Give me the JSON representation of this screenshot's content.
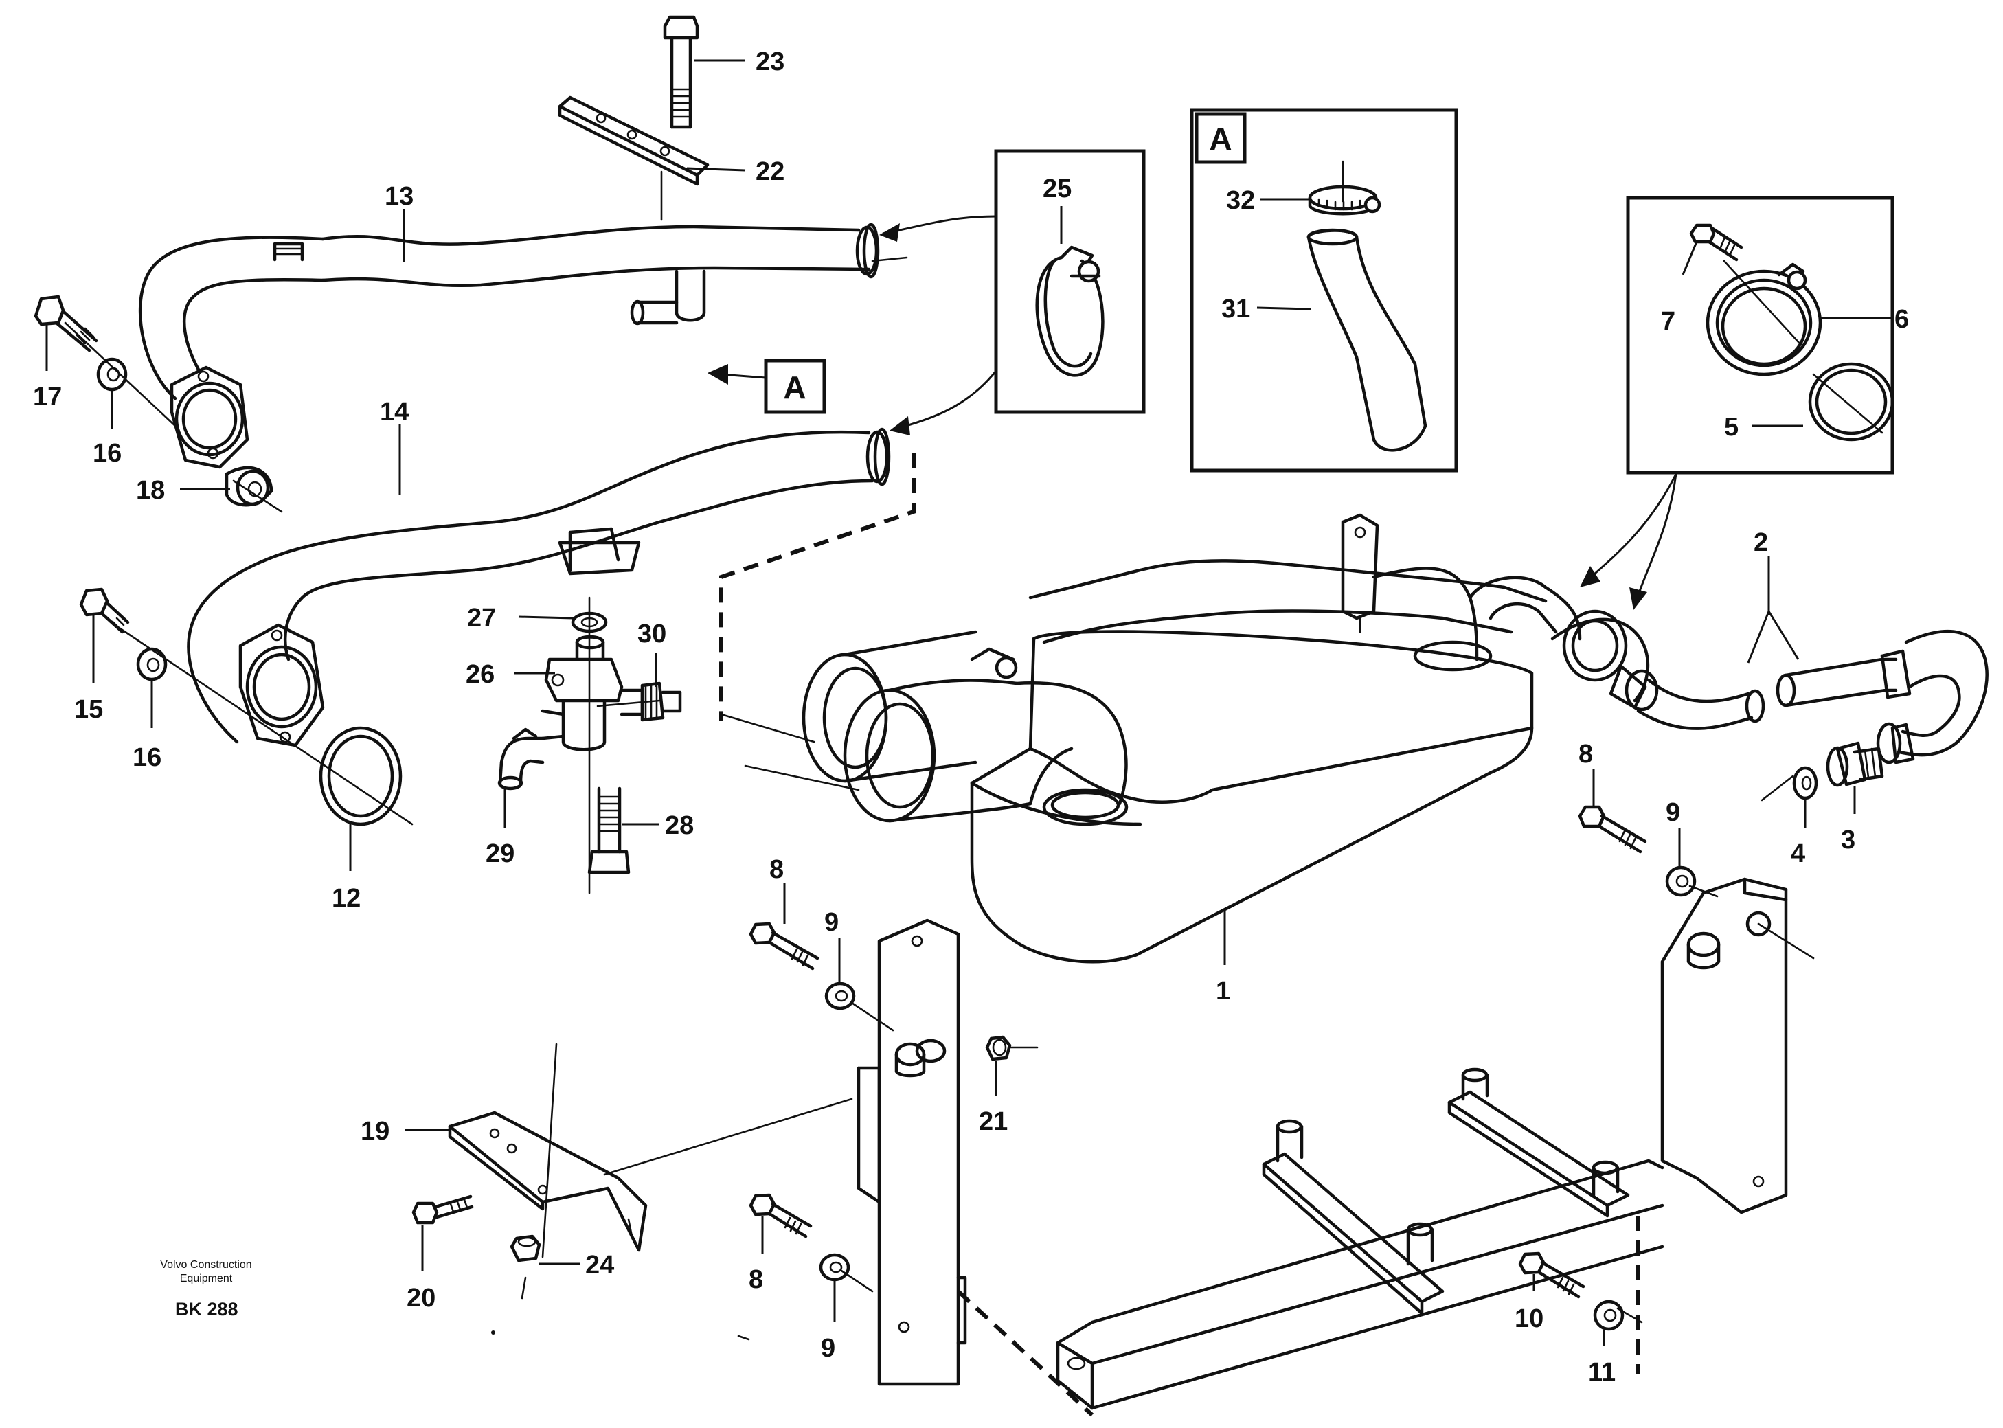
{
  "publisher": {
    "line1": "Volvo Construction",
    "line2": "Equipment",
    "code": "BK 288"
  },
  "detail_tag": "A",
  "callouts": {
    "p1": "1",
    "p2": "2",
    "p3": "3",
    "p4": "4",
    "p5": "5",
    "p6": "6",
    "p7": "7",
    "p8": "8",
    "p9": "9",
    "p10": "10",
    "p11": "11",
    "p12": "12",
    "p13": "13",
    "p14": "14",
    "p15": "15",
    "p16": "16",
    "p17": "17",
    "p18": "18",
    "p19": "19",
    "p20": "20",
    "p21": "21",
    "p22": "22",
    "p23": "23",
    "p24": "24",
    "p25": "25",
    "p26": "26",
    "p27": "27",
    "p28": "28",
    "p29": "29",
    "p30": "30",
    "p31": "31",
    "p32": "32"
  }
}
